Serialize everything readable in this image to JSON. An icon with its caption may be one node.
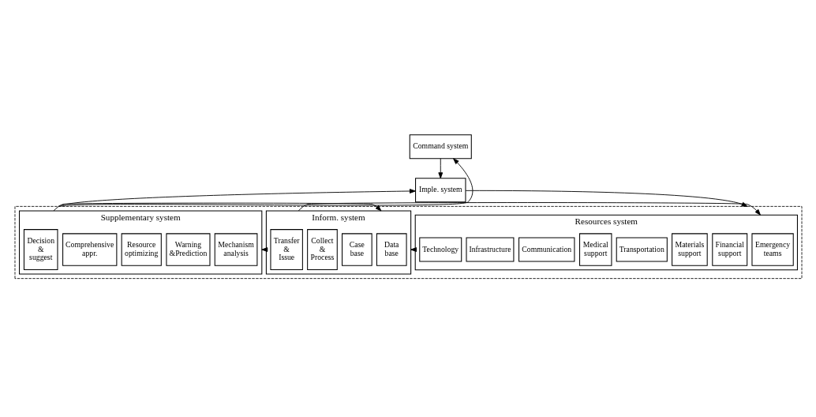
{
  "diagram": {
    "nodes": [
      {
        "text": [
          "Command system"
        ]
      },
      {
        "text": [
          "Imple. system"
        ]
      },
      {
        "text": [],
        "shape": "box"
      },
      {
        "text": [
          "Resources system"
        ],
        "in": 2
      },
      {
        "text": [
          "Emergency teams"
        ],
        "in": 3
      },
      {
        "text": [
          "Financial support"
        ],
        "in": 3
      },
      {
        "text": [
          "Materials support"
        ],
        "in": 3
      },
      {
        "text": [
          "Transportation"
        ],
        "in": 3
      },
      {
        "text": [
          "Medical support"
        ],
        "in": 3
      },
      {
        "text": [
          "Communication"
        ],
        "in": 3
      },
      {
        "text": [
          "Infrastructure"
        ],
        "in": 3
      },
      {
        "text": [
          "Technology"
        ],
        "in": 3
      },
      {
        "text": [
          "Inform. system"
        ],
        "in": 2
      },
      {
        "text": [
          "Data base"
        ],
        "in": 12
      },
      {
        "text": [
          "Case base"
        ],
        "in": 12
      },
      {
        "text": [
          "Collect & Process"
        ],
        "in": 12
      },
      {
        "text": [
          "Transfer & Issue"
        ],
        "in": 12
      },
      {
        "text": [
          "Supplementary system"
        ],
        "in": 2
      },
      {
        "text": [
          "Mechanism analysis"
        ],
        "in": 17
      },
      {
        "text": [
          "Warning &Prediction"
        ],
        "in": 17
      },
      {
        "text": [
          "Resource optimizing"
        ],
        "in": 17
      },
      {
        "text": [
          "Comprehensive appr."
        ],
        "in": 17
      },
      {
        "text": [
          "Decision & suggest"
        ],
        "in": 17
      }
    ],
    "edges": [
      {
        "from": 0,
        "to": 1,
        "arrow": "to"
      },
      {
        "from": 1,
        "to": 2,
        "arrow": "to"
      },
      {
        "from": 2,
        "to": 1,
        "arrow": "to"
      },
      {
        "from": 3,
        "to": 12,
        "arrow": "to"
      },
      {
        "from": 12,
        "to": 3,
        "arrow": "to"
      },
      {
        "from": 12,
        "to": 17,
        "arrow": "to"
      },
      {
        "from": 17,
        "to": 12,
        "arrow": "to"
      },
      {
        "from": 2,
        "to": 0,
        "arrow": "to"
      }
    ]
  }
}
